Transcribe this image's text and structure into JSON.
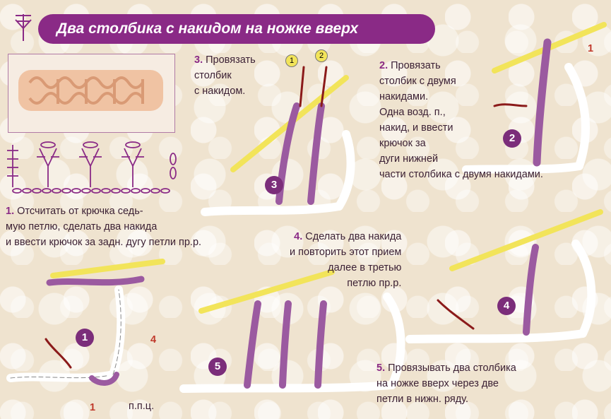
{
  "title": "Два столбика с накидом  на ножке вверх",
  "steps": {
    "s1": {
      "num": "1.",
      "lines": [
        "Отсчитать от крючка седь-",
        "мую петлю, сделать два накида",
        "и ввести крючок за задн. дугу петли пр.р."
      ]
    },
    "s2": {
      "num": "2.",
      "lines": [
        "Провязать",
        "столбик с двумя",
        "накидами.",
        "Одна возд. п.,",
        "накид, и ввести",
        "крючок за",
        "дуги нижней",
        "части столбика с двумя накидами."
      ]
    },
    "s3": {
      "num": "3.",
      "lines": [
        "Провязать",
        "столбик",
        "с накидом."
      ]
    },
    "s4": {
      "num": "4.",
      "lines": [
        "Сделать два накида",
        "и повторить этот прием",
        "далее в третью",
        "петлю пр.р."
      ]
    },
    "s5": {
      "num": "5.",
      "lines": [
        "Провязывать  два столбика",
        "на ножке вверх через две",
        "петли в нижн. ряду."
      ]
    }
  },
  "badges": [
    "1",
    "2",
    "3",
    "4",
    "5"
  ],
  "markers": {
    "m1": "1",
    "m2": "2",
    "label1a": "1",
    "label1b": "1",
    "label4": "4",
    "ppc": "п.п.ц."
  },
  "colors": {
    "accent": "#8a2a86",
    "yarn": "#9b5aa0",
    "chain": "#ffffff",
    "hook": "#f2e45a"
  }
}
